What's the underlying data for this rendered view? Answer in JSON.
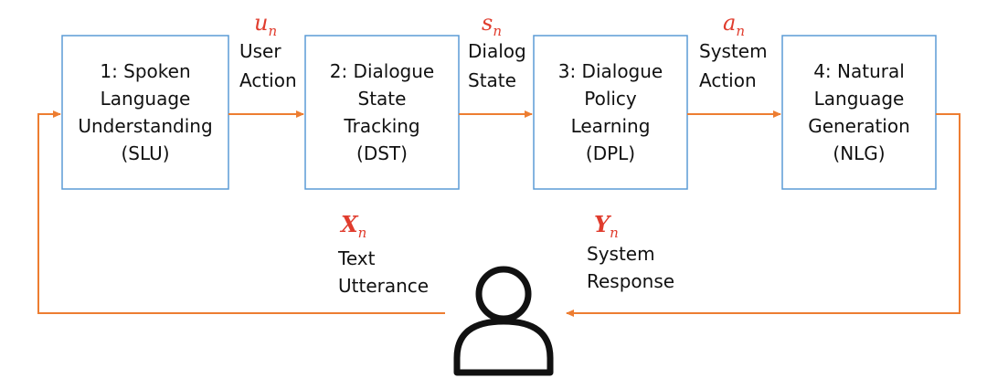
{
  "colors": {
    "box_border": "#5b9bd5",
    "arrow": "#ed7d31",
    "variable": "#e03c2d",
    "text": "#111111"
  },
  "boxes": [
    {
      "lines": [
        "1: Spoken",
        "Language",
        "Understanding",
        "(SLU)"
      ]
    },
    {
      "lines": [
        "2: Dialogue",
        "State",
        "Tracking",
        "(DST)"
      ]
    },
    {
      "lines": [
        "3: Dialogue",
        "Policy",
        "Learning",
        "(DPL)"
      ]
    },
    {
      "lines": [
        "4: Natural",
        "Language",
        "Generation",
        "(NLG)"
      ]
    }
  ],
  "edges": [
    {
      "var": "u",
      "sub": "n",
      "label": [
        "User",
        "Action"
      ]
    },
    {
      "var": "s",
      "sub": "n",
      "label": [
        "Dialog",
        "State"
      ]
    },
    {
      "var": "a",
      "sub": "n",
      "label": [
        "System",
        "Action"
      ]
    }
  ],
  "input": {
    "var": "X",
    "sub": "n",
    "label": [
      "Text",
      "Utterance"
    ]
  },
  "output": {
    "var": "Y",
    "sub": "n",
    "label": [
      "System",
      "Response"
    ]
  },
  "icons": {
    "user": "user-icon"
  }
}
